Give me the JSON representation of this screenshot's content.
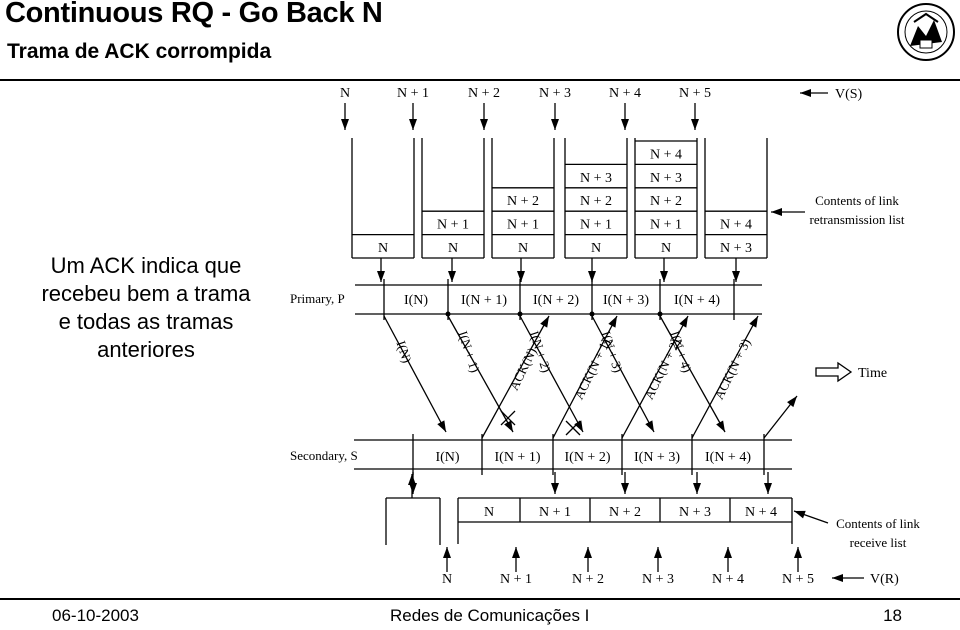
{
  "header": {
    "title": "Continuous RQ - Go Back N",
    "subtitle": "Trama de ACK corrompida"
  },
  "side_text": [
    "Um ACK indica que",
    "recebeu bem a trama",
    "e todas as tramas",
    "anteriores"
  ],
  "diagram": {
    "vs_labels": [
      "N",
      "N + 1",
      "N + 2",
      "N + 3",
      "N + 4",
      "N + 5"
    ],
    "vs_title": "V(S)",
    "retrans_title": [
      "Contents of link",
      "retransmission list"
    ],
    "retrans_lists": [
      [
        "N"
      ],
      [
        "N",
        "N + 1"
      ],
      [
        "N",
        "N + 1",
        "N + 2"
      ],
      [
        "N",
        "N + 1",
        "N + 2",
        "N + 3"
      ],
      [
        "N",
        "N + 1",
        "N + 2",
        "N + 3",
        "N + 4"
      ],
      [
        "N + 3",
        "N + 4"
      ]
    ],
    "primary_label": "Primary, P",
    "primary_frames": [
      "I(N)",
      "I(N + 1)",
      "I(N + 2)",
      "I(N + 3)",
      "I(N + 4)"
    ],
    "secondary_label": "Secondary, S",
    "secondary_frames": [
      "I(N)",
      "I(N + 1)",
      "I(N + 2)",
      "I(N + 3)",
      "I(N + 4)"
    ],
    "frame_labels": [
      "I(N)",
      "I(N + 1)",
      "I(N + 2)",
      "I(N + 3)",
      "I(N + 4)"
    ],
    "ack_labels": [
      "ACK(N)",
      "ACK(N + 1)",
      "ACK(N + 2)",
      "ACK(N + 3)"
    ],
    "time_label": "Time",
    "receive_title": [
      "Contents of link",
      "receive list"
    ],
    "receive_items": [
      "N",
      "N + 1",
      "N + 2",
      "N + 3",
      "N + 4"
    ],
    "vr_labels": [
      "N",
      "N + 1",
      "N + 2",
      "N + 3",
      "N + 4",
      "N + 5"
    ],
    "vr_title": "V(R)"
  },
  "footer": {
    "date": "06-10-2003",
    "course": "Redes de Comunicações I",
    "page": "18"
  }
}
